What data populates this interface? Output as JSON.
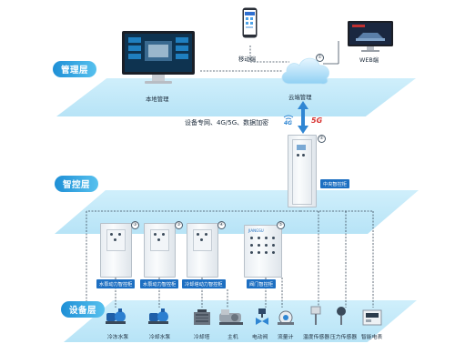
{
  "layers": {
    "management": "管理层",
    "control": "智控层",
    "device": "设备层"
  },
  "top": {
    "mobile": "移动端",
    "web": "WEB端",
    "local": "本地管理",
    "cloud": "云端管理",
    "cloud_marker": "①",
    "network": "设备专网、4G/5G、数据加密",
    "badge_4g": "4G",
    "badge_5g": "5G"
  },
  "central": {
    "label": "中央智控柜",
    "marker": "②"
  },
  "cabinets": [
    {
      "label": "水泵动力智控柜",
      "marker": "③"
    },
    {
      "label": "水泵动力智控柜",
      "marker": "③"
    },
    {
      "label": "冷却塔动力智控柜",
      "marker": "④"
    },
    {
      "label": "阀门智控柜",
      "marker": "⑤"
    }
  ],
  "cabinet_brand": "JIANGSU",
  "devices": [
    {
      "label": "冷冻水泵",
      "icon": "pump-icon"
    },
    {
      "label": "冷却水泵",
      "icon": "pump-icon"
    },
    {
      "label": "冷却塔",
      "icon": "cooling-tower-icon"
    },
    {
      "label": "主机",
      "icon": "chiller-icon"
    },
    {
      "label": "电动阀",
      "icon": "valve-icon"
    },
    {
      "label": "流量计",
      "icon": "flowmeter-icon"
    },
    {
      "label": "温度传感器",
      "icon": "temp-sensor-icon"
    },
    {
      "label": "压力传感器",
      "icon": "pressure-sensor-icon"
    },
    {
      "label": "智能电表",
      "icon": "meter-icon"
    }
  ],
  "colors": {
    "plane": "#c2e8f8",
    "tag": "#1e8fd6",
    "label_blue": "#1d6fc2",
    "line": "#2a3a4a"
  }
}
